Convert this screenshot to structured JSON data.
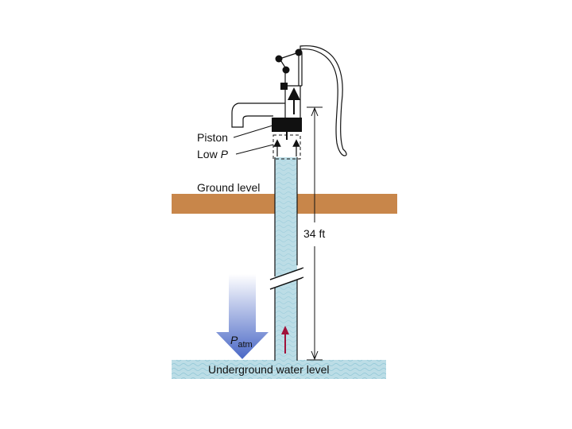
{
  "labels": {
    "piston": "Piston",
    "low_p_prefix": "Low ",
    "low_p_var": "P",
    "ground_level": "Ground level",
    "height": "34 ft",
    "patm_var": "P",
    "patm_sub": "atm",
    "underground_water_level": "Underground water level"
  },
  "colors": {
    "ground": "#c8864a",
    "water": "#bcdde6",
    "water_wave": "#8fc6d6",
    "outline": "#111111",
    "piston": "#111111",
    "up_arrow": "#a0103a",
    "patm_arrow_top": "#ffffff",
    "patm_arrow_bottom": "#4a68c6"
  }
}
